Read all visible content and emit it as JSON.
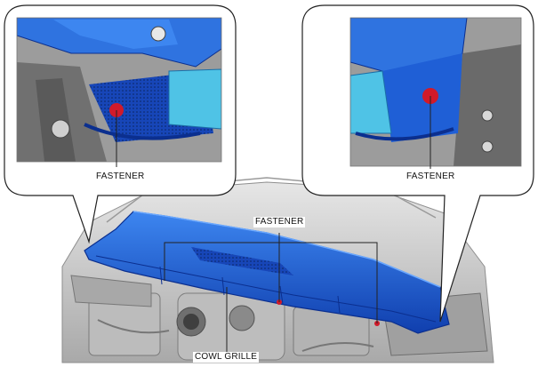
{
  "labels": {
    "left_callout": "FASTENER",
    "right_callout": "FASTENER",
    "main_fastener": "FASTENER",
    "cowl_grille": "COWL GRILLE"
  },
  "colors": {
    "part_blue": "#1f5fd6",
    "part_blue_dark": "#0b2f8f",
    "part_blue_light": "#3d86f0",
    "fastener_red": "#d11a2a",
    "engine_gray": "#c9c9c9",
    "panel_light_blue": "#4fc3e6"
  },
  "icons": [
    "fastener-marker",
    "callout-bubble"
  ]
}
